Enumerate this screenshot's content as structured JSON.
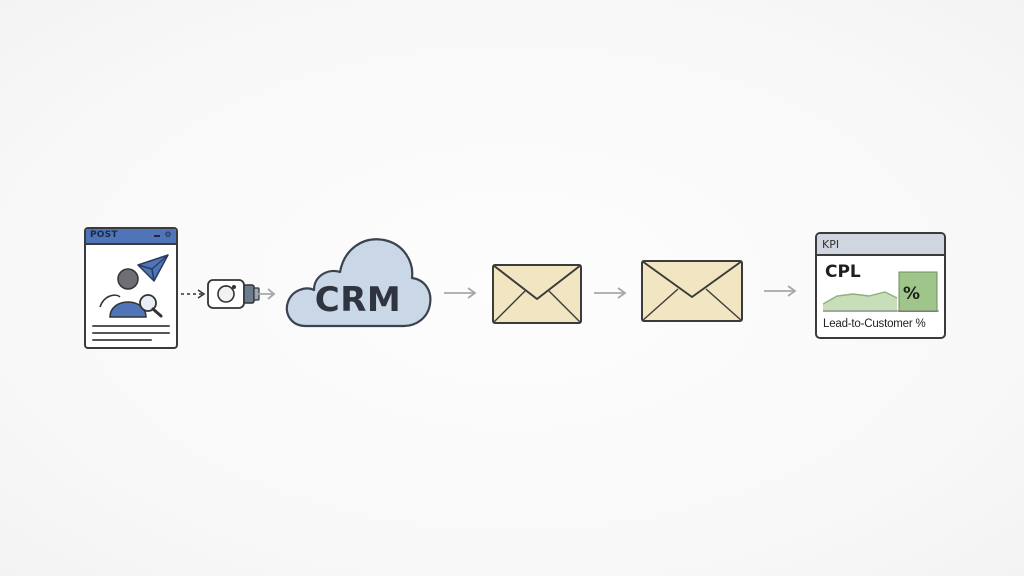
{
  "post": {
    "title": "POST",
    "icon": "post-card-icon"
  },
  "tracker": {
    "icon": "tracking-device-icon"
  },
  "crm": {
    "label": "CRM",
    "color": "#c9d7e6"
  },
  "emails": [
    {
      "icon": "email-envelope-icon",
      "color": "#f2e6c2"
    },
    {
      "icon": "email-envelope-icon",
      "color": "#f2e6c2"
    }
  ],
  "kpi": {
    "title": "KPI",
    "metric_cpl": "CPL",
    "metric_percent": "%",
    "footer": "Lead-to-Customer %",
    "chart_color": "#9fc58a"
  },
  "colors": {
    "accent_blue": "#4f74b8",
    "stroke": "#3b3b3b",
    "arrow": "#a7a7a7"
  }
}
